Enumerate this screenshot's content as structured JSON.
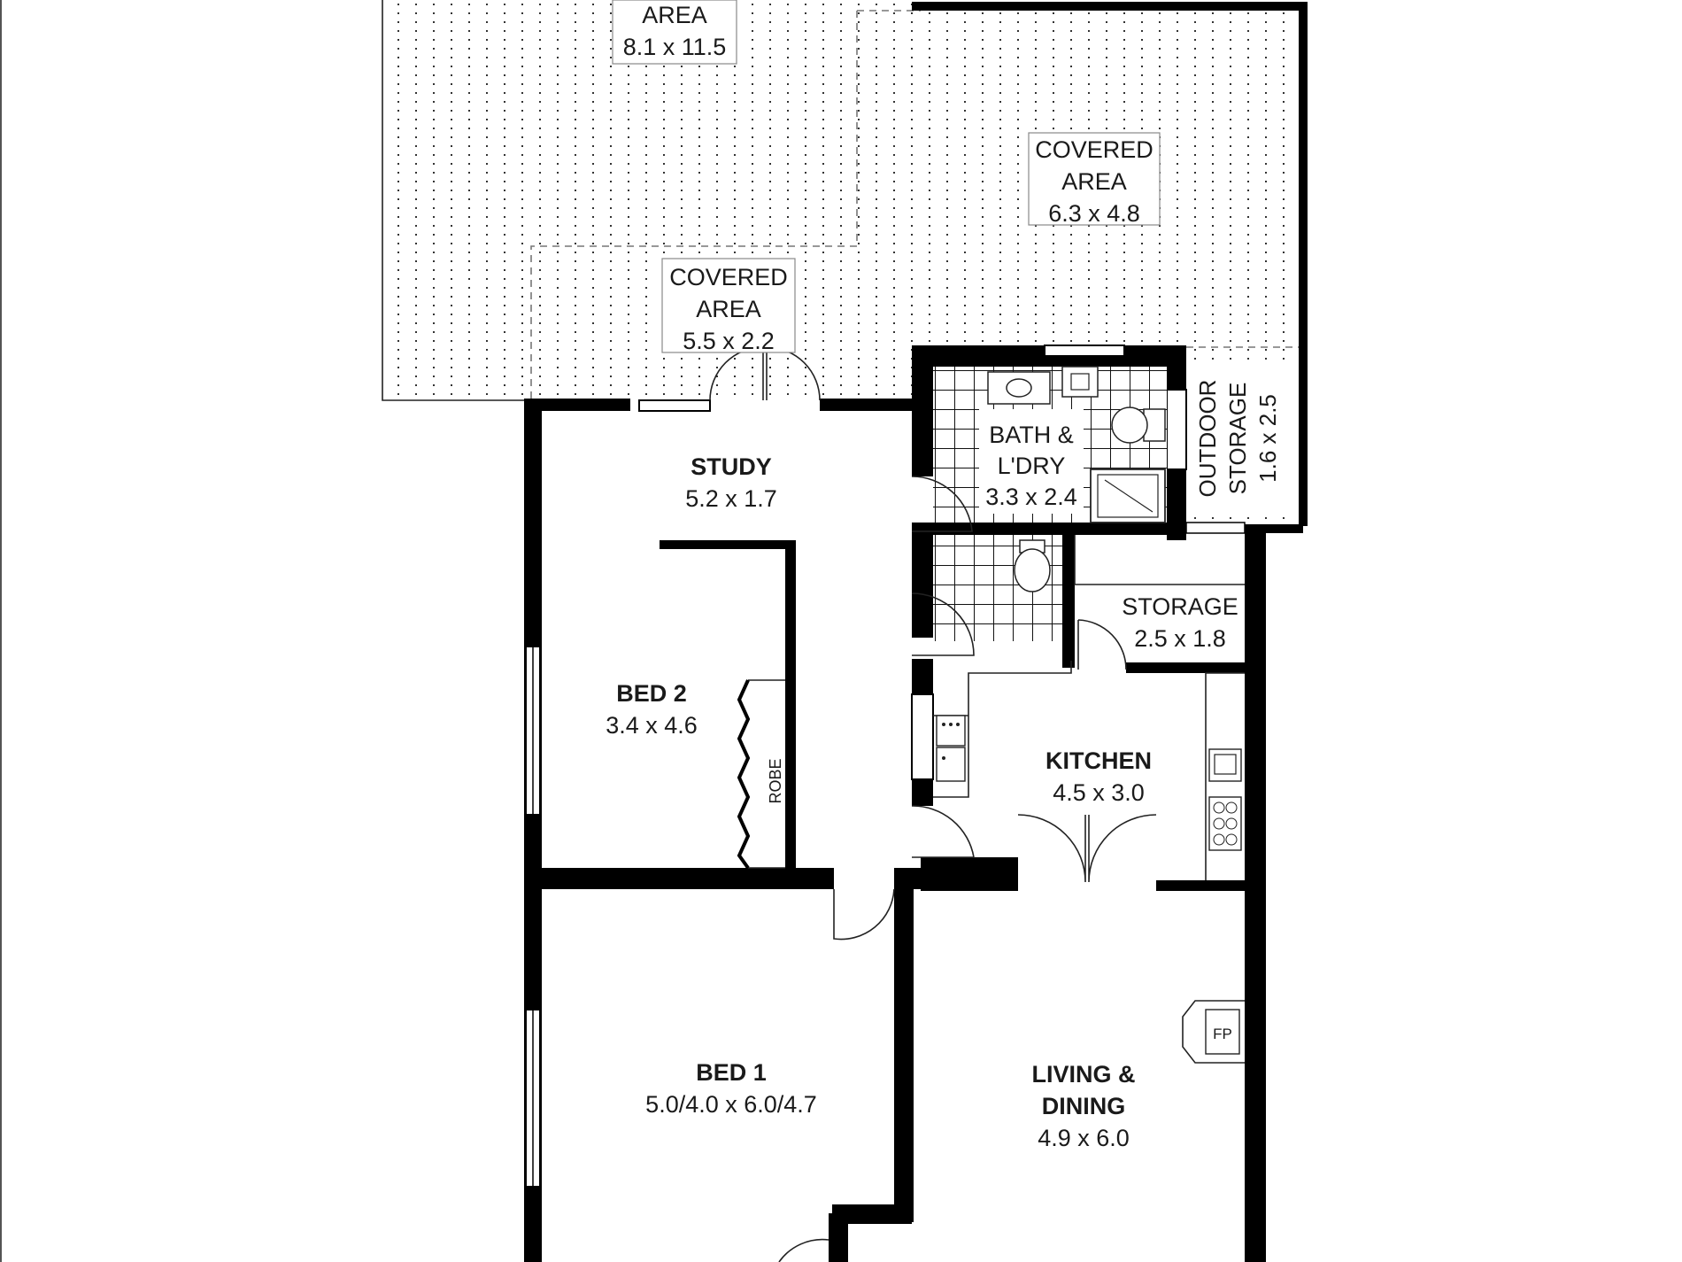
{
  "rooms": {
    "covered_area_main": {
      "name": "AREA",
      "dims": "8.1 x 11.5"
    },
    "covered_area_right": {
      "name1": "COVERED",
      "name2": "AREA",
      "dims": "6.3 x 4.8"
    },
    "covered_area_small": {
      "name1": "COVERED",
      "name2": "AREA",
      "dims": "5.5 x 2.2"
    },
    "outdoor_storage": {
      "name1": "OUTDOOR",
      "name2": "STORAGE",
      "dims": "1.6 x 2.5"
    },
    "bath_laundry": {
      "name1": "BATH &",
      "name2": "L'DRY",
      "dims": "3.3 x 2.4"
    },
    "study": {
      "name": "STUDY",
      "dims": "5.2 x 1.7"
    },
    "storage": {
      "name": "STORAGE",
      "dims": "2.5 x 1.8"
    },
    "bed2": {
      "name": "BED 2",
      "dims": "3.4 x 4.6"
    },
    "robe": {
      "name": "ROBE"
    },
    "kitchen": {
      "name": "KITCHEN",
      "dims": "4.5 x 3.0"
    },
    "bed1": {
      "name": "BED 1",
      "dims": "5.0/4.0 x 6.0/4.7"
    },
    "living_dining": {
      "name1": "LIVING &",
      "name2": "DINING",
      "dims": "4.9 x 6.0"
    },
    "fireplace": {
      "label": "FP"
    }
  },
  "colors": {
    "wall": "#000000",
    "text": "#1a1a1a",
    "hatch": "#333333",
    "dashed": "#777777"
  }
}
